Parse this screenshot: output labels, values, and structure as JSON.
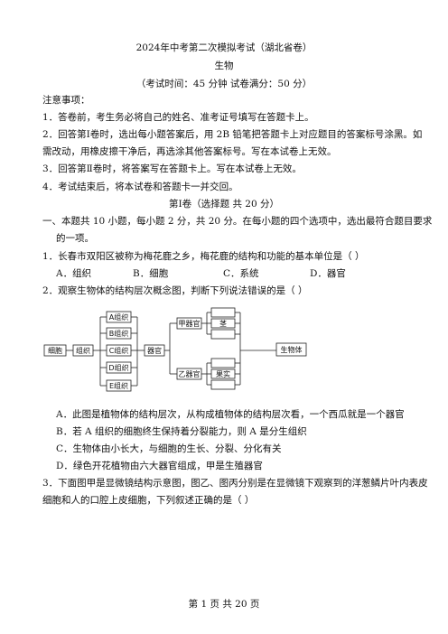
{
  "header": {
    "title": "2024年中考第二次模拟考试（湖北省卷）",
    "subject": "生物",
    "exam_info": "（考试时间：45 分钟    试卷满分：50 分）"
  },
  "notes": {
    "heading": "注意事项：",
    "items": [
      "1．答卷前，考生务必将自己的姓名、准考证号填写在答题卡上。",
      "2．回答第Ⅰ卷时，选出每小题答案后，用 2B 铅笔把答题卡上对应题目的答案标号涂黑。如",
      "需改动，用橡皮擦干净后，再选涂其他答案标号。写在本试卷上无效。",
      "3．回答第Ⅱ卷时，将答案写在答题卡上。写在本试卷上无效。",
      "4．考试结束后，将本试卷和答题卡一并交回。"
    ]
  },
  "section1": {
    "title": "第Ⅰ卷（选择题    共 20 分）",
    "instruction_line1": "一、本题共 10 小题，每小题 2 分，共 20 分。在每小题的四个选项中，选出最符合题目要求",
    "instruction_line2": "的一项。"
  },
  "q1": {
    "stem": "1．长春市双阳区被称为梅花鹿之乡，梅花鹿的结构和功能的基本单位是（    ）",
    "options": [
      "A．组织",
      "B．细胞",
      "C．系统",
      "D．器官"
    ]
  },
  "q2": {
    "stem": "2．观察生物体的结构层次概念图，判断下列说法错误的是（    ）",
    "diagram": {
      "cell": "细胞",
      "tissue": "组织",
      "tissues": [
        "A组织",
        "B组织",
        "C组织",
        "D组织",
        "E组织"
      ],
      "organ": "器官",
      "organ_a": "甲器官",
      "organ_b": "乙器官",
      "upper_items": [
        "",
        "茎",
        ""
      ],
      "lower_items": [
        "",
        "果实",
        ""
      ],
      "organism": "生物体"
    },
    "options": [
      "A．此图是植物体的结构层次，从构成植物体的结构层次看，一个西瓜就是一个器官",
      "B．若 A 组织的细胞终生保持着分裂能力，则 A 是分生组织",
      "C．生物体由小长大，与细胞的生长、分裂、分化有关",
      "D．绿色开花植物由六大器官组成，甲是生殖器官"
    ]
  },
  "q3": {
    "line1": "3．下面图甲是显微镜结构示意图，图乙、图丙分别是在显微镜下观察到的洋葱鳞片叶内表皮",
    "line2": "细胞和人的口腔上皮细胞，下列叙述正确的是（    ）"
  },
  "footer": {
    "page": "第 1 页 共 20 页"
  }
}
